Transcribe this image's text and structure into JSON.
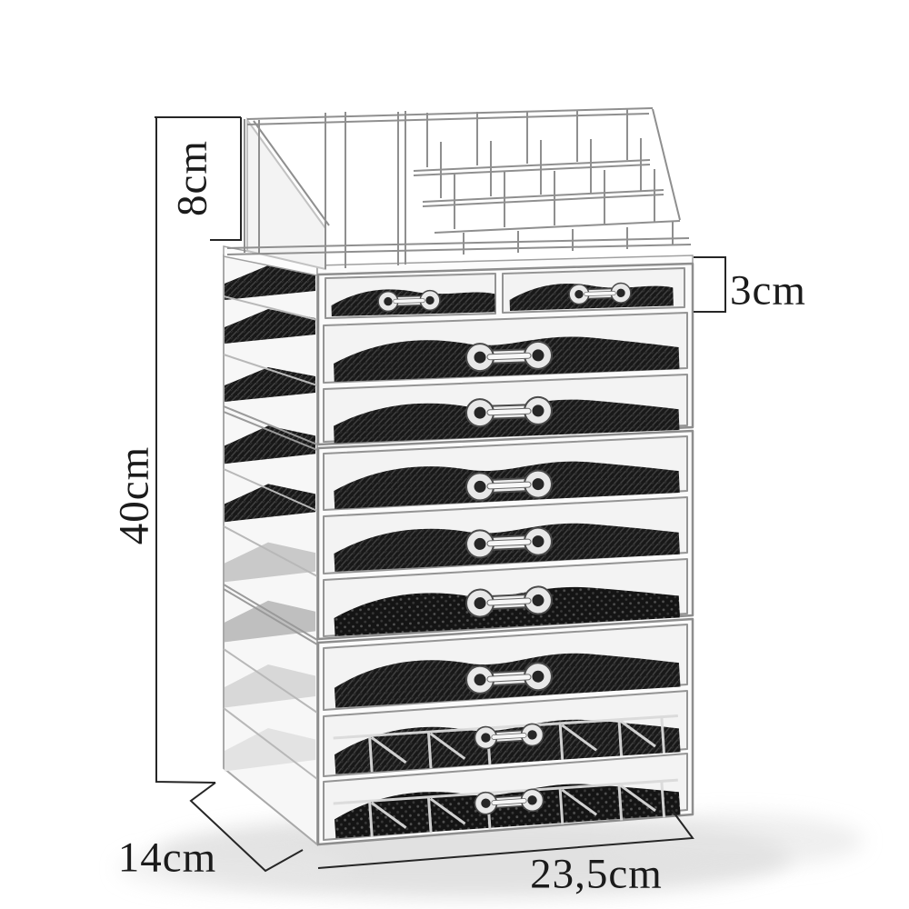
{
  "meta": {
    "background_color": "#ffffff",
    "style": "grayscale product photo with dimension lines"
  },
  "product": {
    "name": "clear acrylic cosmetic makeup organizer",
    "top_tray": {
      "description": "open lipstick tray with stepped slot grid and tall clear dividers",
      "height_label": "8cm"
    },
    "drawer_units": [
      {
        "id": "unit-a",
        "drawers": [
          "small-left",
          "small-right",
          "wide-1",
          "wide-2"
        ],
        "small_drawer_height_label": "3cm"
      },
      {
        "id": "unit-b",
        "drawers": [
          "wide-3",
          "wide-4",
          "wide-5"
        ]
      },
      {
        "id": "unit-c",
        "drawers": [
          "wide-6",
          "wide-7-with-grid",
          "wide-8-with-grid"
        ]
      }
    ],
    "drawer_count_small": 2,
    "drawer_count_wide": 8,
    "handle_style": "bone-shaped clear handle",
    "liner": "black mesh drawer liners"
  },
  "annotations": {
    "top_section_height": "8cm",
    "small_drawer_height": "3cm",
    "total_height": "40cm",
    "depth": "14cm",
    "width": "23,5cm"
  },
  "colors": {
    "dimension_line": "#262626",
    "outline": "#8d8d8d",
    "liner_black": "#181818",
    "background": "#ffffff"
  }
}
